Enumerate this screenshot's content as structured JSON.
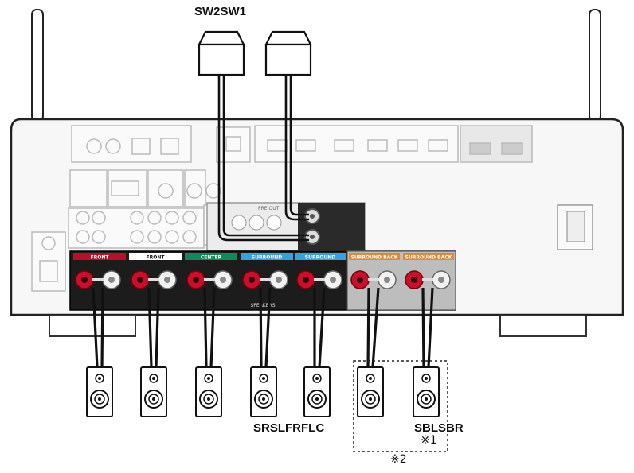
{
  "diagram": {
    "subwoofer_labels": "SW2SW1",
    "speaker_labels_main": "SRSLFRFLC",
    "speaker_labels_back": "SBLSBR",
    "note_1": "※1",
    "note_2": "※2",
    "terminals": {
      "front_left": "FRONT",
      "front_right": "FRONT",
      "center": "CENTER",
      "surround_left": "SURROUND",
      "surround_right": "SURROUND",
      "surround_back_left": "SURROUND BACK",
      "surround_back_right": "SURROUND BACK",
      "speakers_caption": "SPEAKERS",
      "pre_out": "PRE OUT"
    },
    "colors": {
      "front": "#b3122e",
      "front_right": "#ffffff",
      "center": "#16875a",
      "surround_left": "#3aa0d8",
      "surround_right": "#3aa0d8",
      "surround_back": "#d98a3a",
      "panel": "#1c1c1c",
      "chassis": "#f4f4f4"
    }
  }
}
